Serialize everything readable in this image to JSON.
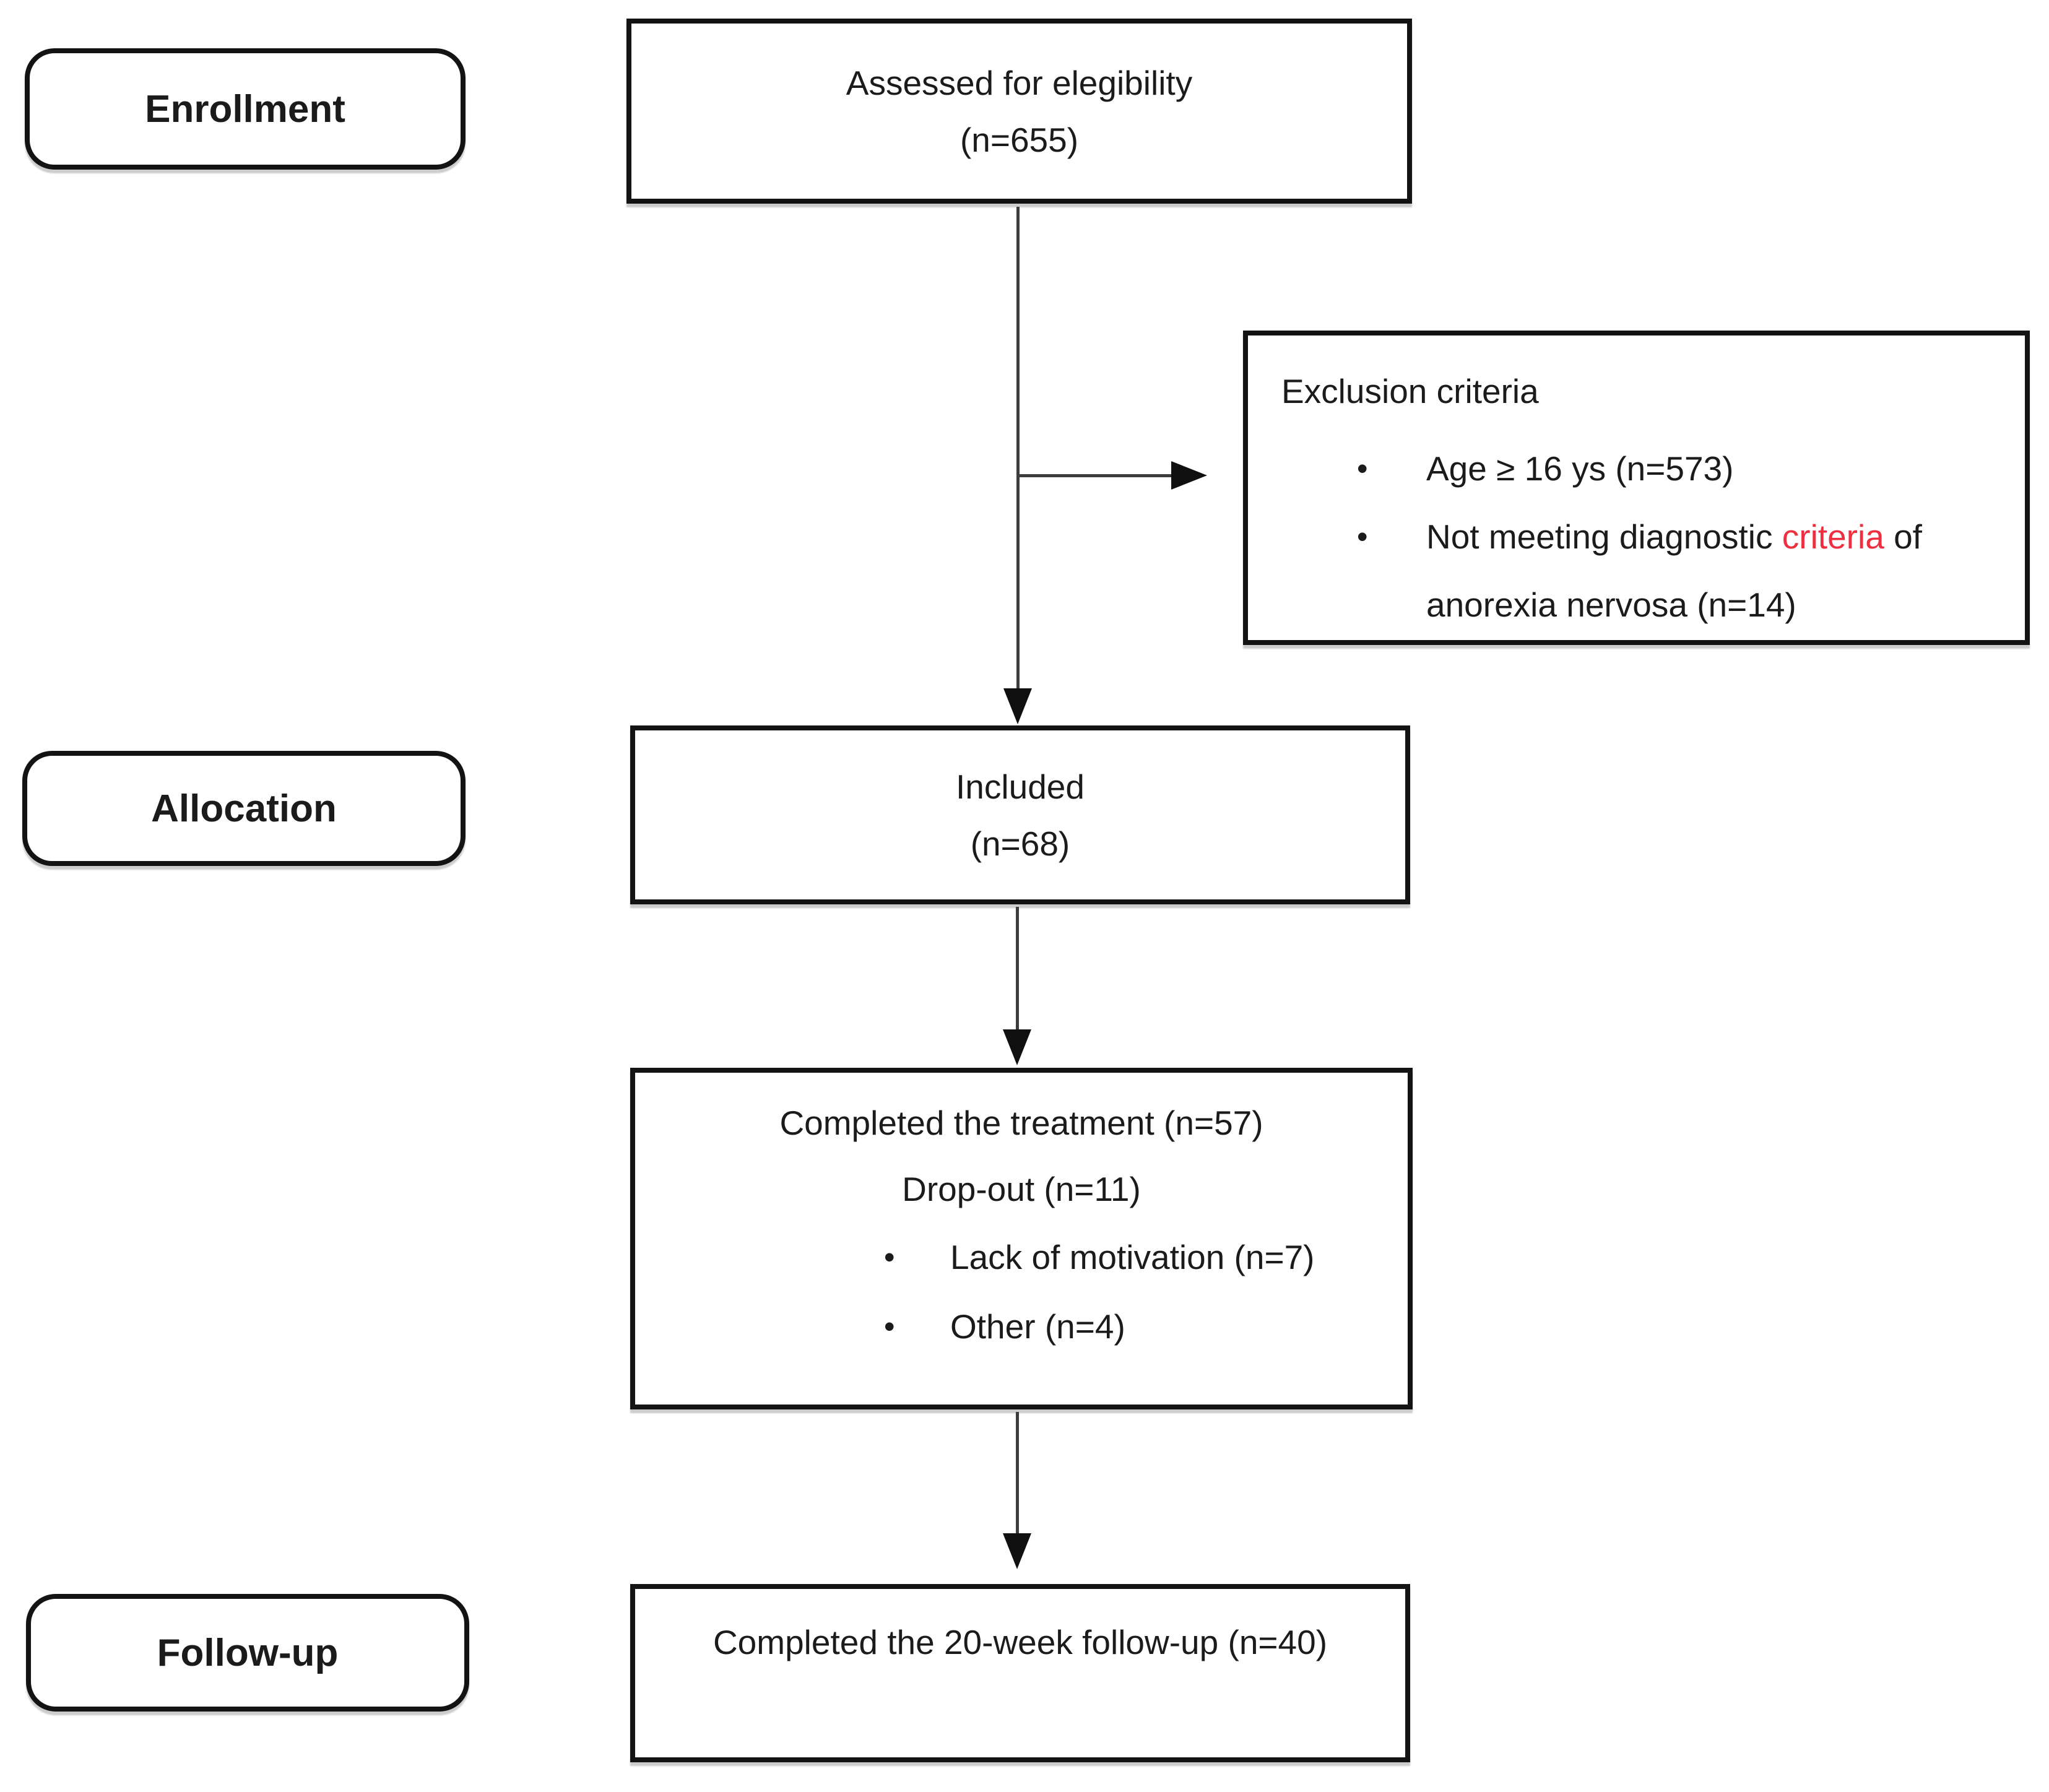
{
  "stage_labels": {
    "enrollment": "Enrollment",
    "allocation": "Allocation",
    "followup": "Follow-up"
  },
  "assessed_box": {
    "line1": "Assessed for elegibility",
    "line2": "(n=655)"
  },
  "exclusion_box": {
    "title": "Exclusion criteria",
    "bullet_glyph": "•",
    "bullet1": "Age ≥ 16 ys (n=573)",
    "bullet2_before": "Not meeting diagnostic ",
    "bullet2_red": "criteria",
    "bullet2_after": " of",
    "bullet2_cont": "anorexia nervosa (n=14)",
    "red_color": "#ee2f3f"
  },
  "included_box": {
    "line1": "Included",
    "line2": "(n=68)"
  },
  "treatment_box": {
    "line1": "Completed the treatment (n=57)",
    "line2": "Drop-out (n=11)",
    "bullet_glyph": "•",
    "bullet1": "Lack of motivation (n=7)",
    "bullet2": "Other (n=4)"
  },
  "followup_box": {
    "line1": "Completed the 20-week follow-up (n=40)"
  }
}
